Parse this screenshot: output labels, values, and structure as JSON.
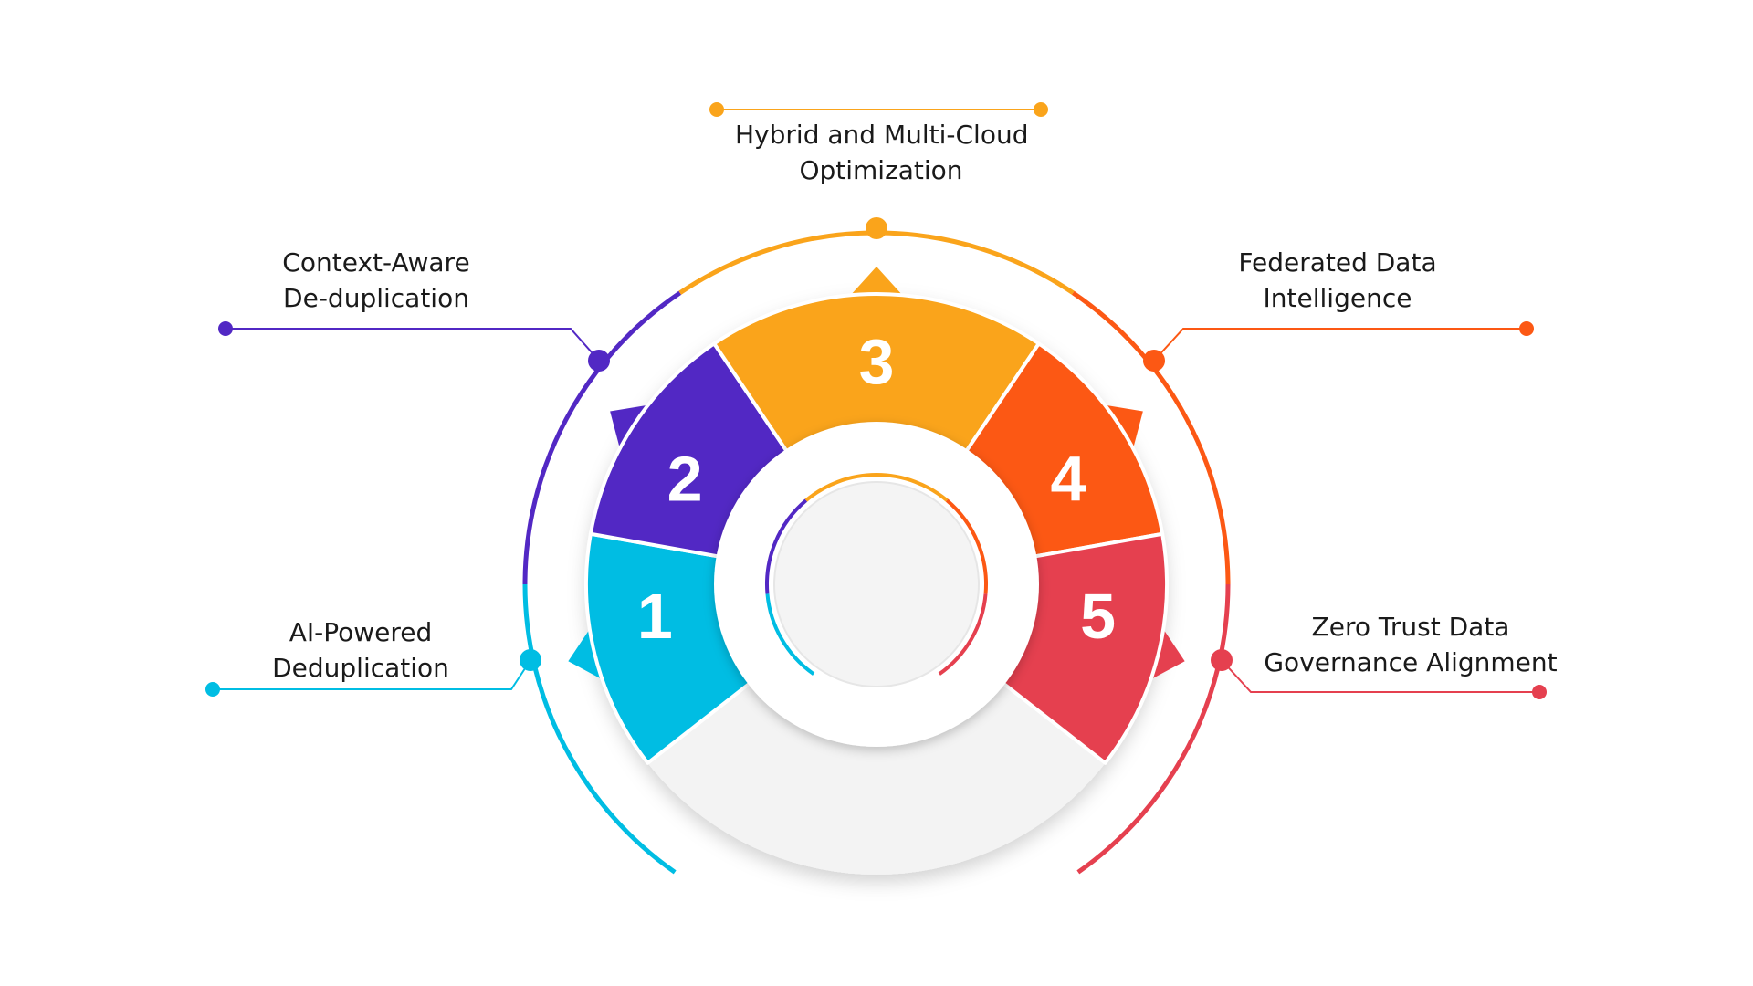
{
  "steps": [
    {
      "number": "1",
      "lines": [
        "AI-Powered",
        "Deduplication"
      ],
      "color": "#00BDE3"
    },
    {
      "number": "2",
      "lines": [
        "Context-Aware",
        "De-duplication"
      ],
      "color": "#5228C4"
    },
    {
      "number": "3",
      "lines": [
        "Hybrid and Multi-Cloud",
        "Optimization"
      ],
      "color": "#FAA41B"
    },
    {
      "number": "4",
      "lines": [
        "Federated Data",
        "Intelligence"
      ],
      "color": "#FC5814"
    },
    {
      "number": "5",
      "lines": [
        "Zero Trust Data",
        "Governance Alignment"
      ],
      "color": "#E5404F"
    }
  ],
  "colors": {
    "ring_base": "#F3F3F3",
    "center": "#F4F4F4",
    "text": "#1a1a1a"
  }
}
